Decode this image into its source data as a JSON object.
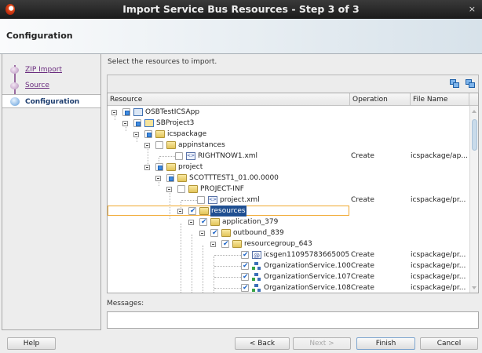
{
  "window": {
    "title": "Import Service Bus Resources - Step 3 of 3",
    "close_glyph": "×"
  },
  "header": {
    "title": "Configuration"
  },
  "nav": {
    "items": [
      {
        "label": "ZIP Import",
        "state": "visited"
      },
      {
        "label": "Source",
        "state": "visited"
      },
      {
        "label": "Configuration",
        "state": "active"
      }
    ]
  },
  "main": {
    "instruction": "Select the resources to import.",
    "toolbar": {
      "expand_all_icon": "expand-all-icon",
      "collapse_all_icon": "collapse-all-icon"
    },
    "table": {
      "columns": [
        "Resource",
        "Operation",
        "File Name"
      ],
      "rows": [
        {
          "name": "OSBTestICSApp",
          "icon": "application-icon",
          "check": "partial",
          "level": 0,
          "operation": "",
          "file": ""
        },
        {
          "name": "SBProject3",
          "icon": "project-icon",
          "check": "partial",
          "level": 1,
          "operation": "",
          "file": ""
        },
        {
          "name": "icspackage",
          "icon": "folder-icon",
          "check": "partial",
          "level": 2,
          "operation": "",
          "file": ""
        },
        {
          "name": "appinstances",
          "icon": "folder-icon",
          "check": "unchecked",
          "level": 3,
          "operation": "",
          "file": ""
        },
        {
          "name": "RIGHTNOW1.xml",
          "icon": "xml-file-icon",
          "check": "unchecked",
          "level": 4,
          "operation": "Create",
          "file": "icspackage/ap..."
        },
        {
          "name": "project",
          "icon": "folder-icon",
          "check": "partial",
          "level": 3,
          "operation": "",
          "file": ""
        },
        {
          "name": "SCOTTTEST1_01.00.0000",
          "icon": "folder-icon",
          "check": "partial",
          "level": 4,
          "operation": "",
          "file": ""
        },
        {
          "name": "PROJECT-INF",
          "icon": "folder-icon",
          "check": "unchecked",
          "level": 5,
          "operation": "",
          "file": ""
        },
        {
          "name": "project.xml",
          "icon": "xml-file-icon",
          "check": "unchecked",
          "level": 6,
          "operation": "Create",
          "file": "icspackage/pr..."
        },
        {
          "name": "resources",
          "icon": "folder-icon",
          "check": "checked",
          "level": 5,
          "operation": "",
          "file": "",
          "selected": true
        },
        {
          "name": "application_379",
          "icon": "folder-icon",
          "check": "checked",
          "level": 6,
          "operation": "",
          "file": ""
        },
        {
          "name": "outbound_839",
          "icon": "folder-icon",
          "check": "checked",
          "level": 7,
          "operation": "",
          "file": ""
        },
        {
          "name": "resourcegroup_643",
          "icon": "folder-icon",
          "check": "checked",
          "level": 8,
          "operation": "",
          "file": ""
        },
        {
          "name": "icsgen11095783665005",
          "icon": "at-resource-icon",
          "check": "checked",
          "level": 9,
          "operation": "Create",
          "file": "icspackage/pr..."
        },
        {
          "name": "OrganizationService.100",
          "icon": "service-icon",
          "check": "checked",
          "level": 9,
          "operation": "Create",
          "file": "icspackage/pr..."
        },
        {
          "name": "OrganizationService.107",
          "icon": "service-icon",
          "check": "checked",
          "level": 9,
          "operation": "Create",
          "file": "icspackage/pr..."
        },
        {
          "name": "OrganizationService.108",
          "icon": "service-icon",
          "check": "checked",
          "level": 9,
          "operation": "Create",
          "file": "icspackage/pr..."
        }
      ]
    },
    "messages_label": "Messages:",
    "messages_value": ""
  },
  "buttons": {
    "help": "Help",
    "back": "< Back",
    "next": "Next >",
    "finish": "Finish",
    "cancel": "Cancel"
  },
  "colors": {
    "selection_border": "#f0a830",
    "selection_fill": "#1f4f91",
    "nav_link": "#6a2c7e",
    "nav_active": "#1c3c6e"
  }
}
